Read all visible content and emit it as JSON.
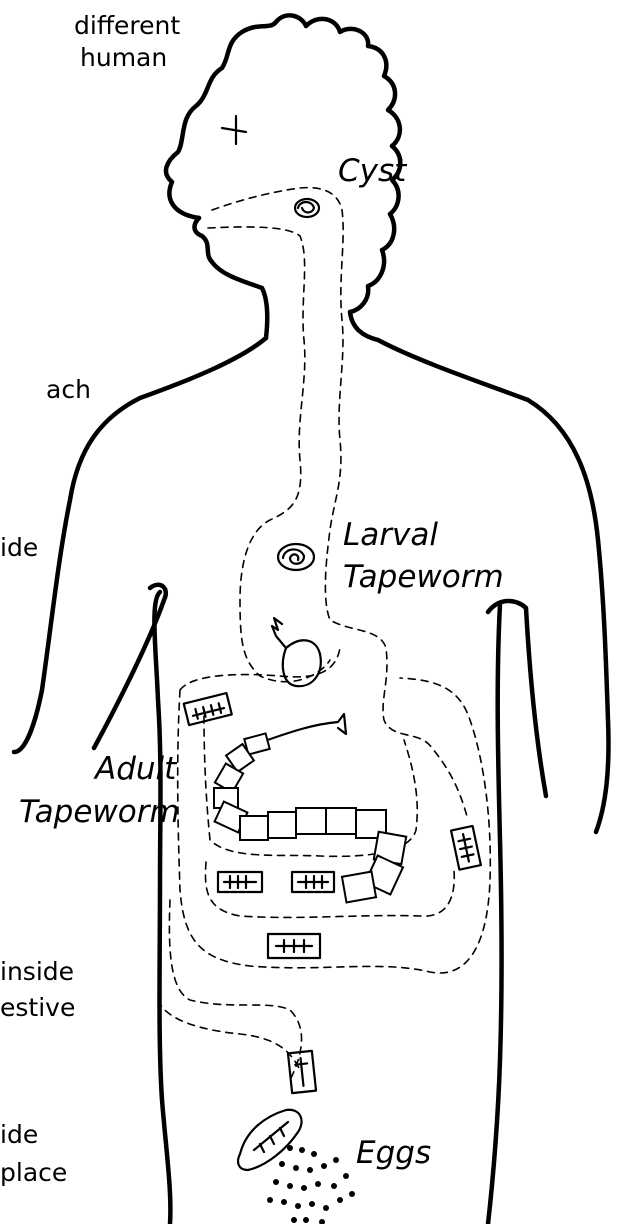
{
  "left_text_fragments": [
    "different",
    "human",
    "ach",
    "ide",
    "inside",
    "estive",
    "ide",
    "place"
  ],
  "labels": {
    "cyst": "Cyst",
    "larval_line1": "Larval",
    "larval_line2": "Tapeworm",
    "adult_line1": "Adult",
    "adult_line2": "Tapeworm",
    "eggs": "Eggs"
  },
  "colors": {
    "ink": "#000000",
    "background": "#ffffff"
  }
}
